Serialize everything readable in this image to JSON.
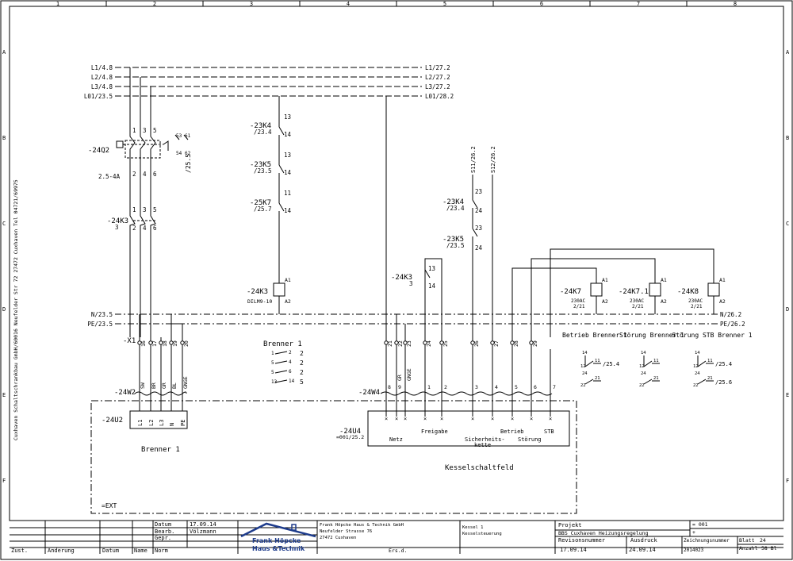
{
  "grid": {
    "columns": [
      "1",
      "2",
      "3",
      "4",
      "5",
      "6",
      "7",
      "8"
    ],
    "rows": [
      "A",
      "B",
      "C",
      "D",
      "E",
      "F"
    ]
  },
  "left_margin_text": "Cuxhaven Schaltschrankbau GmbH/60016 Neufelder Str 72 27472 Cuxhaven Tel 04721/69975",
  "buses_left": [
    "L1/4.8",
    "L2/4.8",
    "L3/4.8",
    "L01/23.5"
  ],
  "buses_right": [
    "L1/27.2",
    "L2/27.2",
    "L3/27.2",
    "L01/28.2"
  ],
  "pe_left": [
    "N/23.5",
    "PE/23.5"
  ],
  "pe_right": [
    "N/26.2",
    "PE/26.2"
  ],
  "breaker": {
    "tag": "-24Q2",
    "range": "2.5-4A",
    "aux_ref": "/25.5",
    "terminals_top": [
      "1",
      "3",
      "5"
    ],
    "terminals_bottom": [
      "2",
      "4",
      "6"
    ],
    "aux_terminals": [
      "53",
      "61",
      "54",
      "62"
    ]
  },
  "contactor_main": {
    "tag": "-24K3",
    "sub": "3",
    "terminals_top": [
      "1",
      "3",
      "5"
    ],
    "terminals_bottom": [
      "2",
      "4",
      "6"
    ]
  },
  "interlocks": [
    {
      "tag": "-23K4",
      "ref": "/23.4",
      "n1": "13",
      "n2": "14"
    },
    {
      "tag": "-23K5",
      "ref": "/23.5",
      "n1": "13",
      "n2": "14"
    },
    {
      "tag": "-25K7",
      "ref": "/25.7",
      "n1": "11",
      "n2": "14"
    }
  ],
  "coil_k3": {
    "tag": "-24K3",
    "type": "DILM9-10",
    "a1": "A1",
    "a2": "A2"
  },
  "right_supplies": [
    "S11/26.2",
    "S12/26.2"
  ],
  "contacts_right": [
    {
      "tag": "-23K4",
      "ref": "/23.4",
      "n1": "23",
      "n2": "24"
    },
    {
      "tag": "-23K5",
      "ref": "/23.5",
      "n1": "23",
      "n2": "24"
    }
  ],
  "contact_k3_aux": {
    "tag": "-24K3",
    "sub": "3",
    "n1": "13",
    "n2": "14"
  },
  "relays": [
    {
      "tag": "-24K7",
      "volt": "230AC",
      "ref": "2/21"
    },
    {
      "tag": "-24K7.1",
      "volt": "230AC",
      "ref": "2/21"
    },
    {
      "tag": "-24K8",
      "volt": "230AC",
      "ref": "2/21"
    }
  ],
  "relay_titles": [
    "Betrieb Brenner 1",
    "Störung Brenner 1",
    "Störung STB Brenner 1"
  ],
  "relay_contacts": [
    {
      "a": "14",
      "b": "12",
      "c": "11",
      "d": "24",
      "e": "22",
      "f": "21",
      "ref1": "/25.4",
      "ref2": ""
    },
    {
      "a": "14",
      "b": "12",
      "c": "11",
      "d": "24",
      "e": "22",
      "f": "21",
      "ref1": "",
      "ref2": ""
    },
    {
      "a": "14",
      "b": "12",
      "c": "11",
      "d": "24",
      "e": "22",
      "f": "21",
      "ref1": "/25.4",
      "ref2": "/25.6"
    }
  ],
  "terminal_strip": {
    "tag": "-X1",
    "left": [
      "16",
      "17",
      "18",
      "19",
      "20"
    ],
    "right": [
      "21",
      "22",
      "23",
      "24",
      "25",
      "26",
      "27",
      "28",
      "29"
    ]
  },
  "burner_plug": {
    "title": "Brenner 1",
    "rows": [
      [
        "1",
        "2"
      ],
      [
        "5",
        "4"
      ],
      [
        "5",
        "6"
      ],
      [
        "13",
        "14"
      ]
    ],
    "right": [
      "2",
      "2",
      "2",
      "5"
    ]
  },
  "cable_w2": {
    "tag": "-24W2",
    "cores": [
      "SW",
      "BR",
      "GR",
      "BL",
      "GNGE"
    ]
  },
  "cable_w4": {
    "tag": "-24W4",
    "cores": [
      "1",
      "2",
      "3",
      "4",
      "5",
      "6",
      "7",
      "8",
      "9"
    ],
    "extra": [
      "GR",
      "GNGE"
    ]
  },
  "device_u2": {
    "tag": "-24U2",
    "terminals": [
      "L1",
      "L2",
      "L3",
      "N",
      "PE"
    ],
    "caption": "Brenner 1"
  },
  "device_u4": {
    "tag": "-24U4",
    "ref": "=001/25.2",
    "labels": [
      "Netz",
      "Freigabe",
      "Sicherheits-",
      "kette",
      "Betrieb",
      "Störung",
      "STB"
    ],
    "caption": "Kesselschaltfeld"
  },
  "ext_label": "=EXT",
  "title_block": {
    "labels_change": [
      "Zust.",
      "Änderung",
      "Datum",
      "Name",
      "Norm"
    ],
    "date_label": "Datum",
    "date_value": "17.09.14",
    "bearb_label": "Bearb.",
    "bearb_value": "Völzmann",
    "gepr_label": "Gepr.",
    "logo_line1": "Frank Höpcke",
    "logo_line2": "Haus &Technik",
    "company": [
      "Frank Höpcke Haus & Technik GmbH",
      "Neufelder Strasse 76",
      "27472 Cuxhaven"
    ],
    "ers_label": "Ers.d.",
    "desc": [
      "Kessel 1",
      "Kesselsteuerung"
    ],
    "project_label": "Projekt",
    "project_value": "BBS Cuxhaven Heizungsregelung",
    "rev_label": "Revisonsnummer",
    "rev_value": "17.09.14",
    "print_label": "Ausdruck",
    "print_value": "24.09.14",
    "drawno_label": "Zeichnungsnummer",
    "drawno_value": "2014023",
    "eq_top": "= 001",
    "eq_plus": "+",
    "sheet_label": "Blatt",
    "sheet_value": "24",
    "count_label": "Anzahl",
    "count_value": "58 Bl"
  }
}
